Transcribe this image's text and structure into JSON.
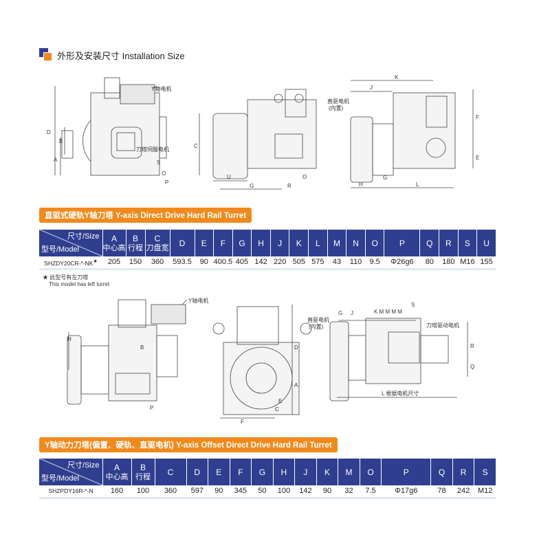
{
  "header": {
    "title": "外形及安装尺寸 Installation Size"
  },
  "section1": {
    "banner": "直驱式硬轨Y轴刀塔 Y-axis Direct Drive Hard Rail Turret",
    "corner_size": "尺寸/Size",
    "corner_model": "型号/Model",
    "columns": [
      {
        "letter": "A",
        "cn": "中心高"
      },
      {
        "letter": "B",
        "cn": "行程"
      },
      {
        "letter": "C",
        "cn": "刀盘宽"
      },
      {
        "letter": "D"
      },
      {
        "letter": "E"
      },
      {
        "letter": "F"
      },
      {
        "letter": "G"
      },
      {
        "letter": "H"
      },
      {
        "letter": "J"
      },
      {
        "letter": "K"
      },
      {
        "letter": "L"
      },
      {
        "letter": "M"
      },
      {
        "letter": "N"
      },
      {
        "letter": "O"
      },
      {
        "letter": "P"
      },
      {
        "letter": "Q"
      },
      {
        "letter": "R"
      },
      {
        "letter": "S"
      },
      {
        "letter": "U"
      }
    ],
    "row": {
      "model": "SHZDY20CR-*-NK",
      "star": "★",
      "values": [
        "205",
        "150",
        "360",
        "593.5",
        "90",
        "400.5",
        "405",
        "142",
        "220",
        "505",
        "575",
        "43",
        "110",
        "9.5",
        "Φ26g6",
        "80",
        "180",
        "M16",
        "155"
      ]
    },
    "note_cn": "★  此型号有左刀塔",
    "note_en": "This model has left turret",
    "drawing_labels": {
      "y_motor": "Y轴电机",
      "turret_servo": "刀塔伺服电机",
      "direct_motor": "直驱电机",
      "builtin": "(内置)"
    }
  },
  "section2": {
    "banner": "Y轴动力刀塔(偏置、硬轨、直驱电机) Y-axis Offset Direct Drive Hard Rail Turret",
    "corner_size": "尺寸/Size",
    "corner_model": "型号/Model",
    "columns": [
      {
        "letter": "A",
        "cn": "中心高"
      },
      {
        "letter": "B",
        "cn": "行程"
      },
      {
        "letter": "C"
      },
      {
        "letter": "D"
      },
      {
        "letter": "E"
      },
      {
        "letter": "F"
      },
      {
        "letter": "G"
      },
      {
        "letter": "H"
      },
      {
        "letter": "J"
      },
      {
        "letter": "K"
      },
      {
        "letter": "M"
      },
      {
        "letter": "O"
      },
      {
        "letter": "P"
      },
      {
        "letter": "Q"
      },
      {
        "letter": "R"
      },
      {
        "letter": "S"
      }
    ],
    "row": {
      "model": "SHZPDY16R-*-N",
      "values": [
        "160",
        "100",
        "360",
        "597",
        "90",
        "345",
        "50",
        "100",
        "142",
        "90",
        "32",
        "7.5",
        "Φ17g6",
        "78",
        "242",
        "M12"
      ]
    },
    "drawing_labels": {
      "y_motor": "Y轴电机",
      "direct_motor": "直驱电机",
      "builtin": "(内置)",
      "turret_drive": "刀塔驱动电机",
      "l_note": "L 根据电机尺寸"
    }
  }
}
